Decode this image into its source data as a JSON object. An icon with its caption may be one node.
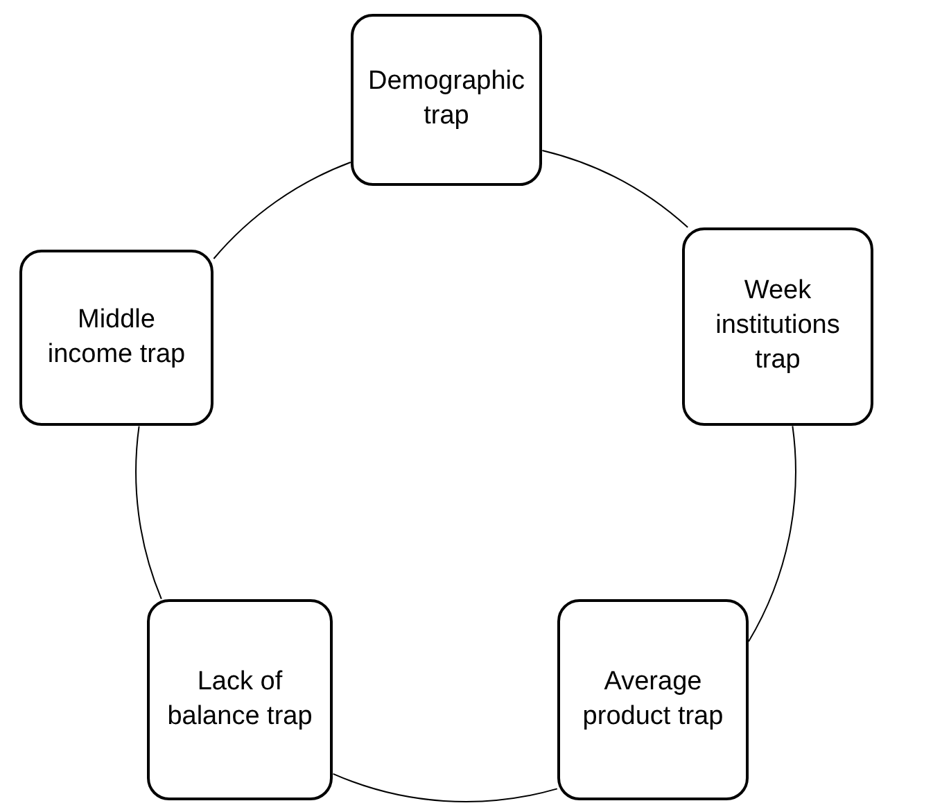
{
  "diagram": {
    "nodes": [
      {
        "text": [
          "Demographic trap"
        ]
      },
      {
        "text": [
          "Middle income trap"
        ]
      },
      {
        "text": [
          "Week institutions trap"
        ]
      },
      {
        "text": [
          "Lack of balance trap"
        ]
      },
      {
        "text": [
          "Average product trap"
        ]
      }
    ],
    "edges": [
      {
        "from": 0,
        "to": 2,
        "arrow": "none"
      },
      {
        "from": 2,
        "to": 4,
        "arrow": "none"
      },
      {
        "from": 4,
        "to": 3,
        "arrow": "none"
      },
      {
        "from": 3,
        "to": 1,
        "arrow": "none"
      },
      {
        "from": 1,
        "to": 0,
        "arrow": "none"
      }
    ]
  }
}
